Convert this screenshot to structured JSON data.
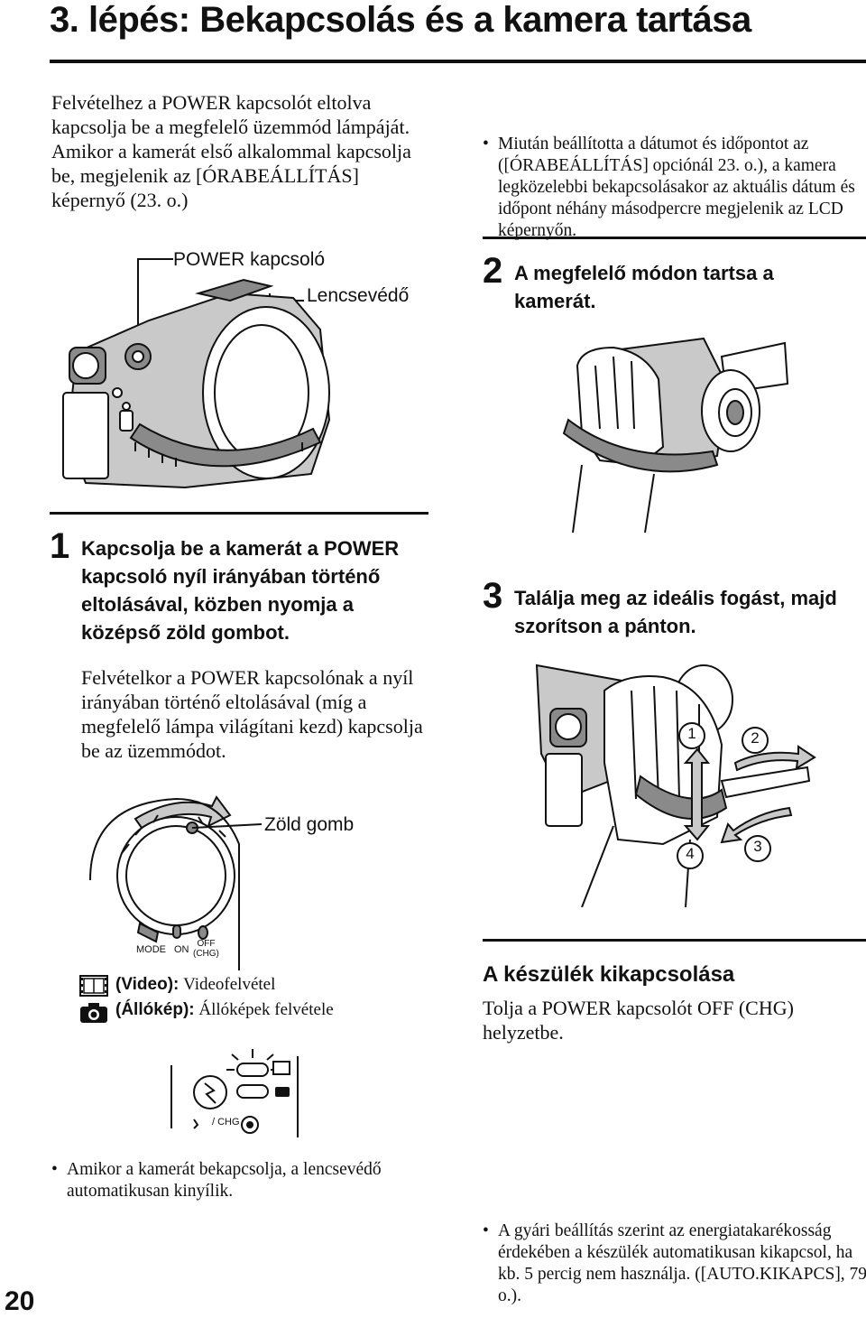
{
  "page": {
    "title": "3. lépés: Bekapcsolás és a kamera tartása",
    "page_number": "20"
  },
  "left": {
    "intro": "Felvételhez a POWER kapcsolót eltolva kapcsolja be a megfelelő üzemmód lámpáját. Amikor a kamerát első alkalommal kapcsolja be, megjelenik az [ÓRABEÁLLÍTÁS] képernyő (23. o.)",
    "label_power": "POWER kapcsoló",
    "label_lens": "Lencsevédő",
    "step1_num": "1",
    "step1_text": "Kapcsolja be a kamerát a POWER kapcsoló nyíl irányában történő eltolásával, közben nyomja a középső zöld gombot.",
    "step1_body": "Felvételkor a POWER kapcsolónak a nyíl irányában történő eltolásával (míg a megfelelő lámpa világítani kezd) kapcsolja be az üzemmódot.",
    "label_green": "Zöld gomb",
    "dial_mode": "MODE",
    "dial_on": "ON",
    "dial_off": "OFF",
    "dial_chg": "(CHG)",
    "video_label": "(Video):",
    "video_text": "Videofelvétel",
    "still_label": "(Állókép):",
    "still_text": "Állóképek felvétele",
    "chg_label": "/ CHG",
    "bullet_lens": "Amikor a kamerát bekapcsolja, a lencsevédő automatikusan kinyílik."
  },
  "right": {
    "bullet_clock": "Miután beállította a dátumot és időpontot az ([ÓRABEÁLLÍTÁS] opciónál 23. o.), a kamera legközelebbi bekapcsolásakor az aktuális dátum és időpont néhány másodpercre megjelenik az LCD képernyőn.",
    "step2_num": "2",
    "step2_text": "A megfelelő módon tartsa a kamerát.",
    "step3_num": "3",
    "step3_text": "Találja meg az ideális fogást, majd szorítson a pánton.",
    "circle1": "1",
    "circle2": "2",
    "circle3": "3",
    "circle4": "4",
    "off_heading": "A készülék kikapcsolása",
    "off_text": "Tolja a POWER kapcsolót OFF (CHG) helyzetbe.",
    "bullet_auto": "A gyári beállítás szerint az energiatakarékosság érdekében a készülék automatikusan kikapcsol, ha kb. 5 percig nem használja. ([AUTO.KIKAPCS], 79. o.)."
  }
}
